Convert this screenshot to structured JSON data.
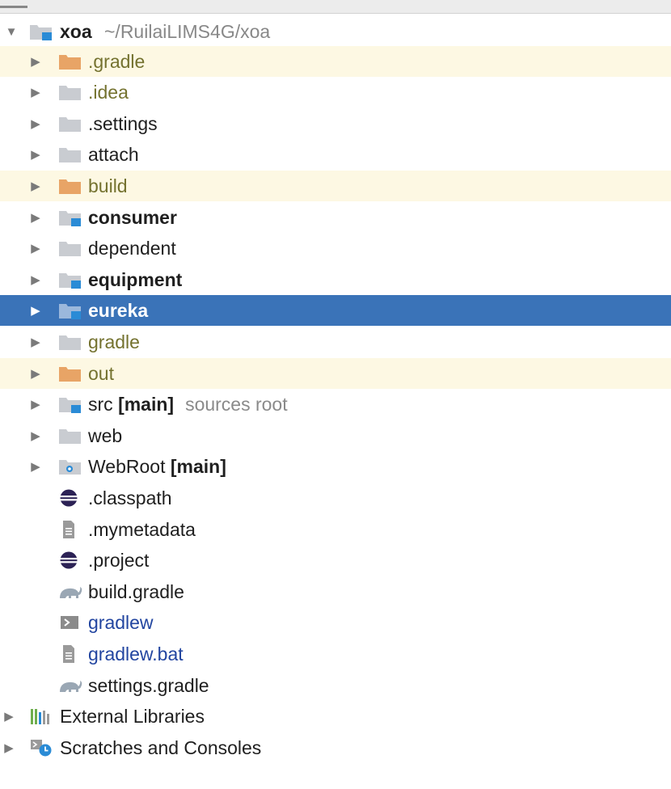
{
  "tree": {
    "root": {
      "name": "xoa",
      "path": "~/RuilaiLIMS4G/xoa"
    },
    "folders": [
      {
        "label": ".gradle"
      },
      {
        "label": ".idea"
      },
      {
        "label": ".settings"
      },
      {
        "label": "attach"
      },
      {
        "label": "build"
      },
      {
        "label": "consumer"
      },
      {
        "label": "dependent"
      },
      {
        "label": "equipment"
      },
      {
        "label": "eureka"
      },
      {
        "label": "gradle"
      },
      {
        "label": "out"
      },
      {
        "label": "src",
        "tag": "[main]",
        "hint": "sources root"
      },
      {
        "label": "web"
      },
      {
        "label": "WebRoot",
        "tag": "[main]"
      }
    ],
    "files": [
      {
        "label": ".classpath"
      },
      {
        "label": ".mymetadata"
      },
      {
        "label": ".project"
      },
      {
        "label": "build.gradle"
      },
      {
        "label": "gradlew"
      },
      {
        "label": "gradlew.bat"
      },
      {
        "label": "settings.gradle"
      }
    ],
    "bottom": [
      {
        "label": "External Libraries"
      },
      {
        "label": "Scratches and Consoles"
      }
    ]
  },
  "colors": {
    "selection": "#3a73b8",
    "excluded_row": "#fdf8e3",
    "excluded_folder": "#e8a466",
    "module_folder": "#2a8bd6",
    "plain_folder": "#c9ccd1"
  }
}
